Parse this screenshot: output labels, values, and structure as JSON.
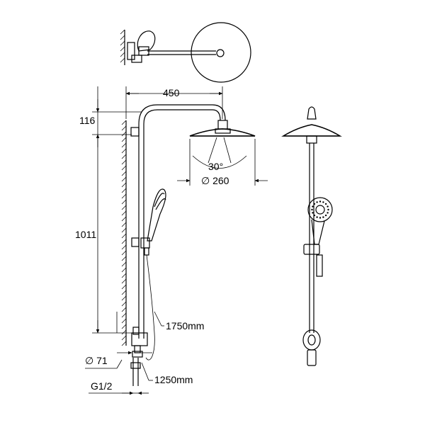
{
  "dimensions": {
    "width_top": "450",
    "height_top": "116",
    "height_main": "1011",
    "head_diameter": "∅ 260",
    "spray_angle": "30°",
    "hose_long": "1750mm",
    "hose_short": "1250mm",
    "pipe_diameter": "∅ 71",
    "thread": "G1/2"
  },
  "colors": {
    "line": "#000000",
    "background": "#ffffff"
  }
}
